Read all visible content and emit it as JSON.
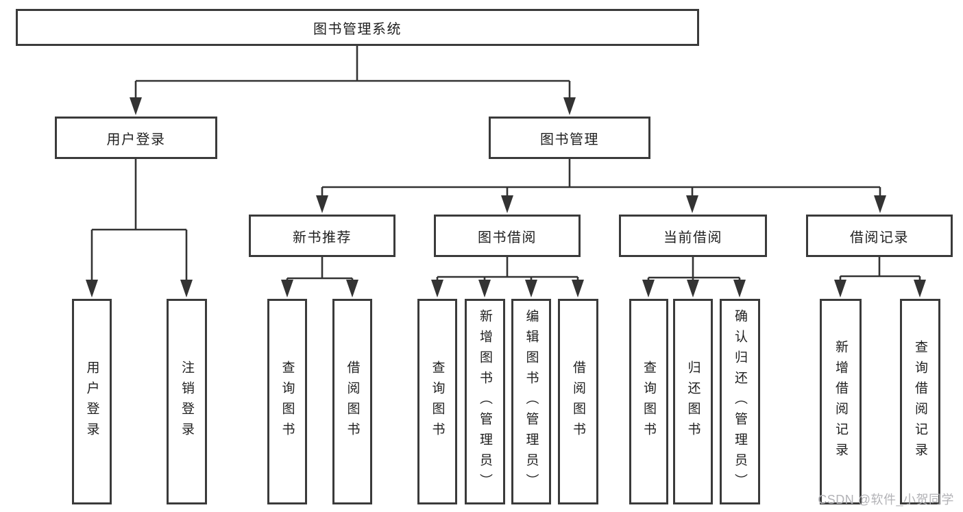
{
  "diagram": {
    "root": "图书管理系统",
    "level2": [
      {
        "label": "用户登录"
      },
      {
        "label": "图书管理"
      }
    ],
    "level3": [
      {
        "label": "新书推荐"
      },
      {
        "label": "图书借阅"
      },
      {
        "label": "当前借阅"
      },
      {
        "label": "借阅记录"
      }
    ],
    "leaves": {
      "user_login": [
        "用户登录",
        "注销登录"
      ],
      "new_book": [
        "查询图书",
        "借阅图书"
      ],
      "book_borrow": [
        "查询图书",
        "新增图书（管理员）",
        "编辑图书（管理员）",
        "借阅图书"
      ],
      "current_borrow": [
        "查询图书",
        "归还图书",
        "确认归还（管理员）"
      ],
      "borrow_record": [
        "新增借阅记录",
        "查询借阅记录"
      ]
    }
  },
  "watermark": {
    "text": "CSDN @软件_小贺同学"
  },
  "colors": {
    "line": "#333333",
    "border": "#3a3a3a",
    "text": "#1f1f1f",
    "watermark": "#b2b2b6",
    "background": "#ffffff"
  }
}
